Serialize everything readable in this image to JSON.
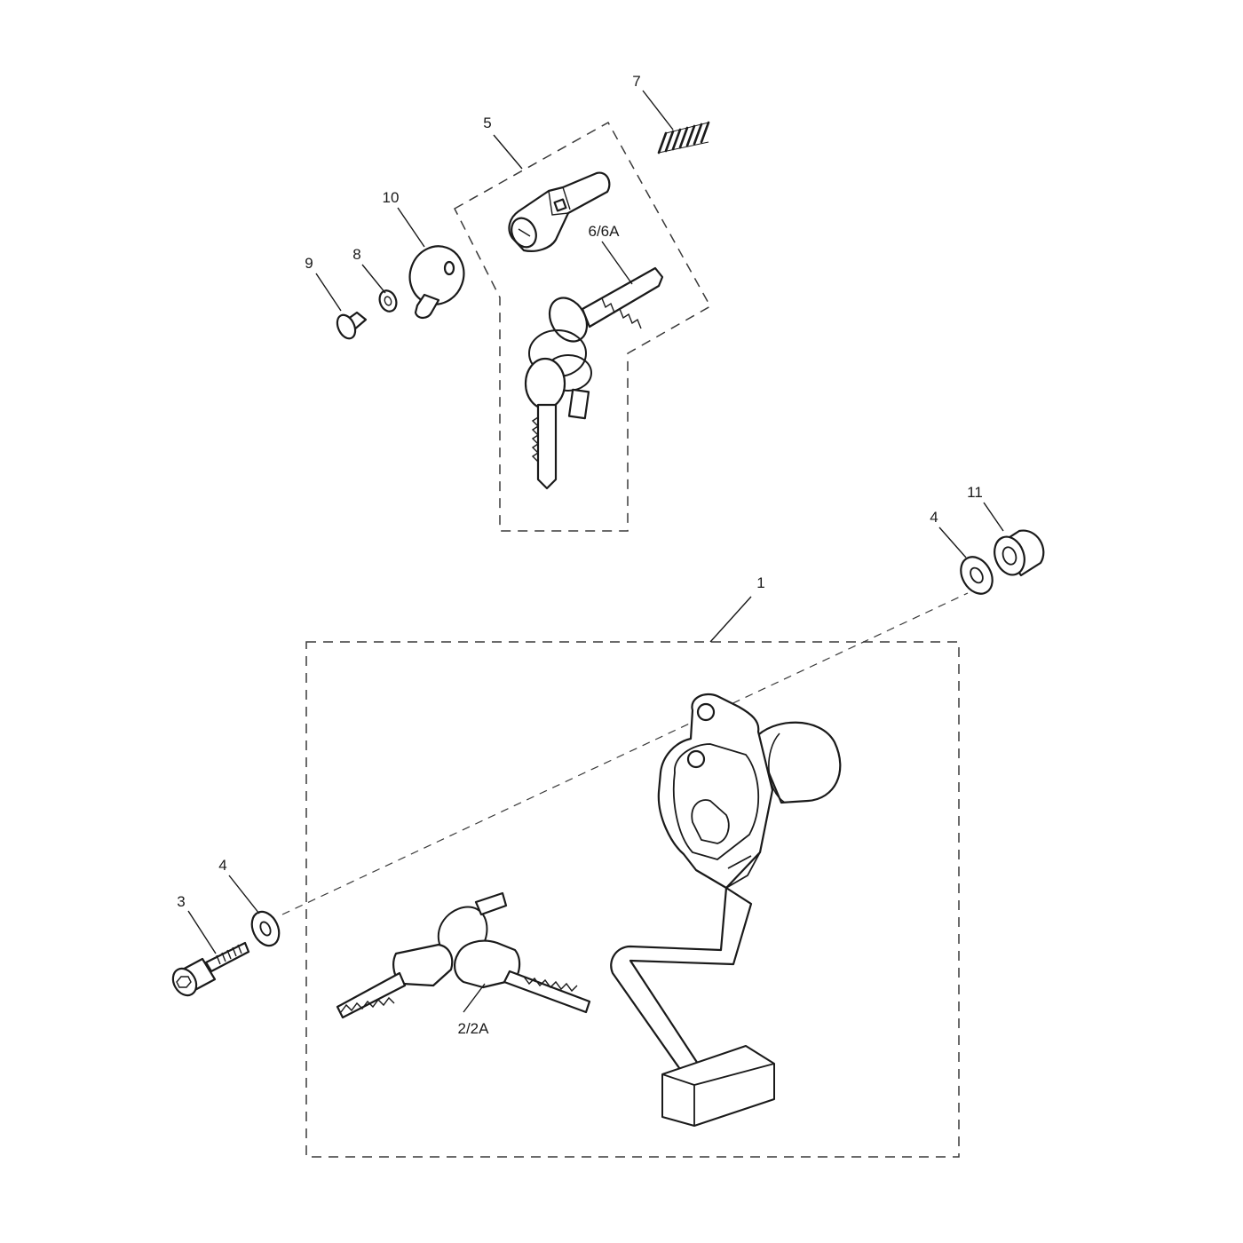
{
  "labels": {
    "1": "1",
    "2": "2/2A",
    "3": "3",
    "4a": "4",
    "4b": "4",
    "5": "5",
    "6": "6/6A",
    "7": "7",
    "8": "8",
    "9": "9",
    "10": "10",
    "11": "11"
  }
}
